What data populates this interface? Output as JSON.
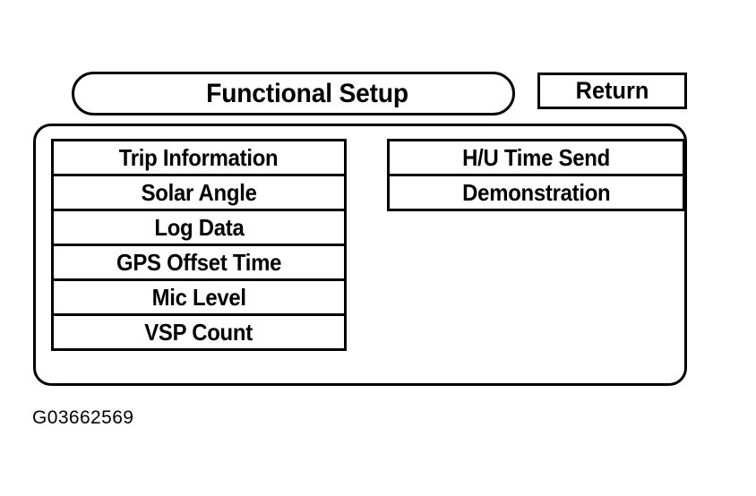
{
  "figure": {
    "caption": "G03662569"
  },
  "header": {
    "title": "Functional Setup",
    "return_label": "Return"
  },
  "menu": {
    "left_column": [
      {
        "label": "Trip Information"
      },
      {
        "label": "Solar Angle"
      },
      {
        "label": "Log Data"
      },
      {
        "label": "GPS Offset Time"
      },
      {
        "label": "Mic Level"
      },
      {
        "label": "VSP Count"
      }
    ],
    "right_column": [
      {
        "label": "H/U Time Send"
      },
      {
        "label": "Demonstration"
      }
    ]
  },
  "colors": {
    "line": "#000000",
    "background": "#ffffff"
  }
}
